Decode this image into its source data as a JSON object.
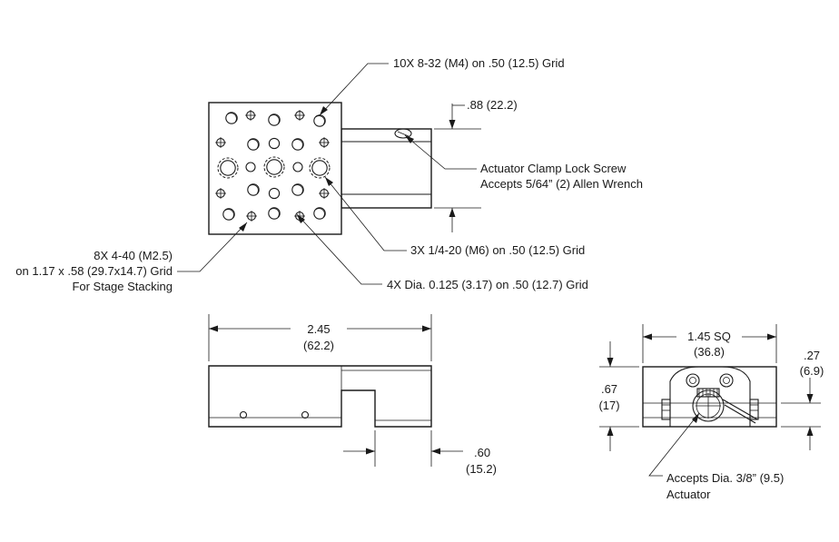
{
  "callouts": {
    "holes_8_32": "10X 8-32 (M4) on .50 (12.5) Grid",
    "dim_088": ".88 (22.2)",
    "clamp_line1": "Actuator Clamp Lock Screw",
    "clamp_line2": "Accepts 5/64” (2) Allen Wrench",
    "holes_4_40_line1": "8X 4-40 (M2.5)",
    "holes_4_40_line2": "on 1.17 x .58 (29.7x14.7) Grid",
    "holes_4_40_line3": "For Stage Stacking",
    "holes_1_4_20": "3X 1/4-20 (M6) on .50 (12.5) Grid",
    "holes_dia_0125": "4X Dia. 0.125 (3.17) on .50 (12.7) Grid"
  },
  "side_view": {
    "width_in": "2.45",
    "width_mm": "(62.2)",
    "step_in": ".60",
    "step_mm": "(15.2)"
  },
  "end_view": {
    "width_in": "1.45 SQ",
    "width_mm": "(36.8)",
    "height_in": ".67",
    "height_mm": "(17)",
    "offset_in": ".27",
    "offset_mm": "(6.9)",
    "actuator_line1": "Accepts Dia. 3/8” (9.5)",
    "actuator_line2": "Actuator"
  }
}
